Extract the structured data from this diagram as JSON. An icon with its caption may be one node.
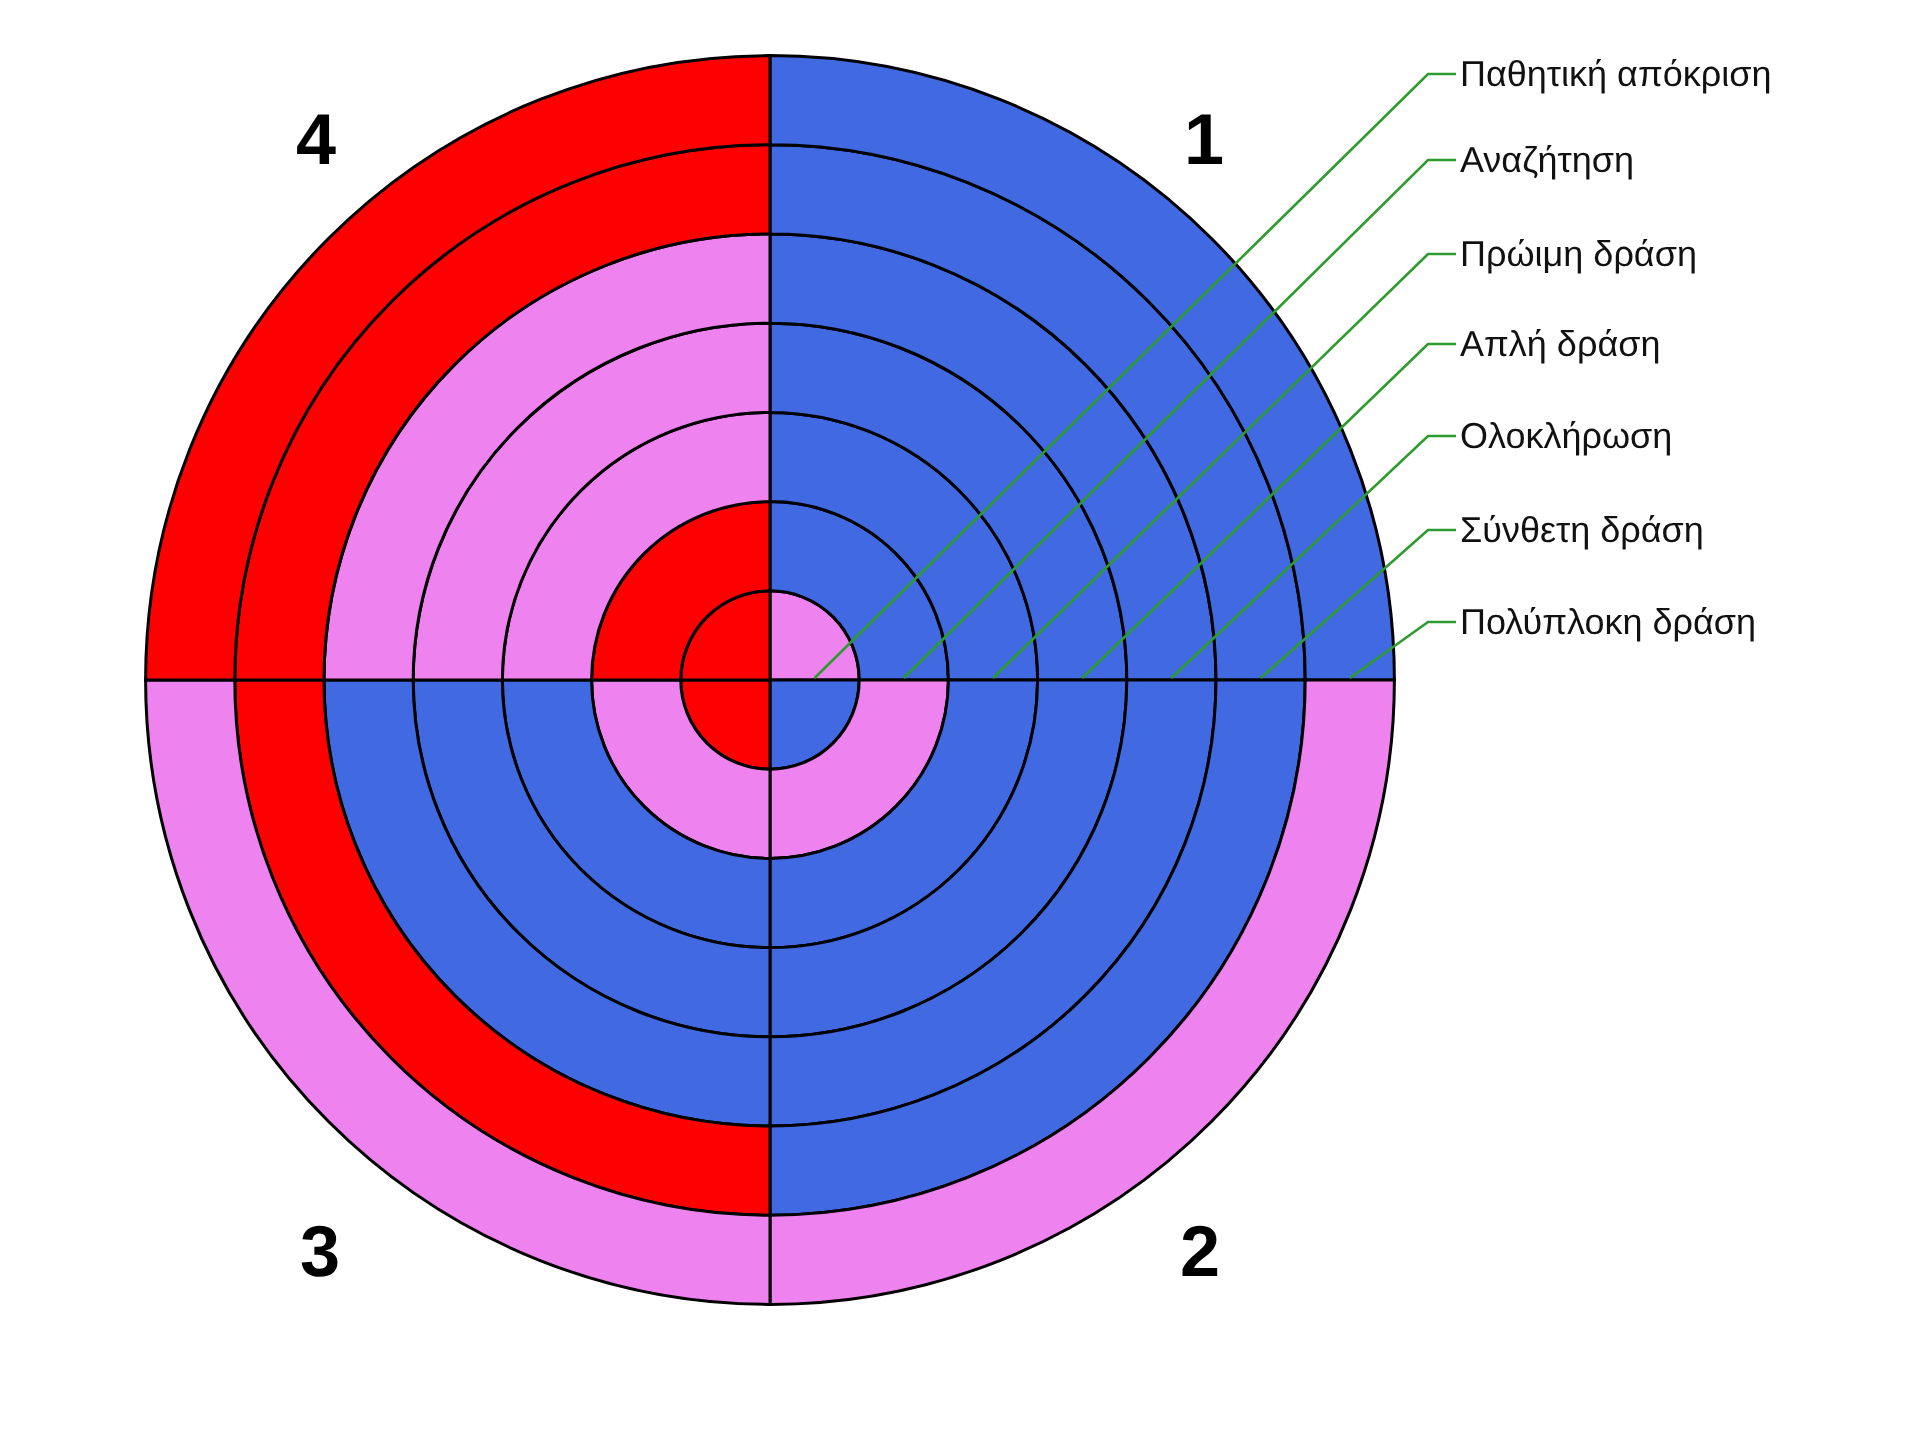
{
  "diagram": {
    "nodes": [
      {
        "text": [
          "Παθητική απόκριση"
        ]
      },
      {
        "text": [
          "Αναζήτηση"
        ]
      },
      {
        "text": [
          "Πρώιμη δράση"
        ]
      },
      {
        "text": [
          "Απλή δράση"
        ]
      },
      {
        "text": [
          "Ολοκλήρωση"
        ]
      },
      {
        "text": [
          "Σύνθετη δράση"
        ]
      },
      {
        "text": [
          "Πολύπλοκη δράση"
        ]
      }
    ],
    "edges": [
      {
        "from": 0,
        "to": null,
        "arrow": "none"
      },
      {
        "from": 1,
        "to": null,
        "arrow": "none"
      },
      {
        "from": 2,
        "to": null,
        "arrow": "none"
      },
      {
        "from": 3,
        "to": null,
        "arrow": "none"
      },
      {
        "from": 4,
        "to": null,
        "arrow": "none"
      },
      {
        "from": 5,
        "to": null,
        "arrow": "none"
      },
      {
        "from": 6,
        "to": null,
        "arrow": "none"
      }
    ],
    "labels": [
      "4",
      "1",
      "3",
      "2"
    ]
  }
}
